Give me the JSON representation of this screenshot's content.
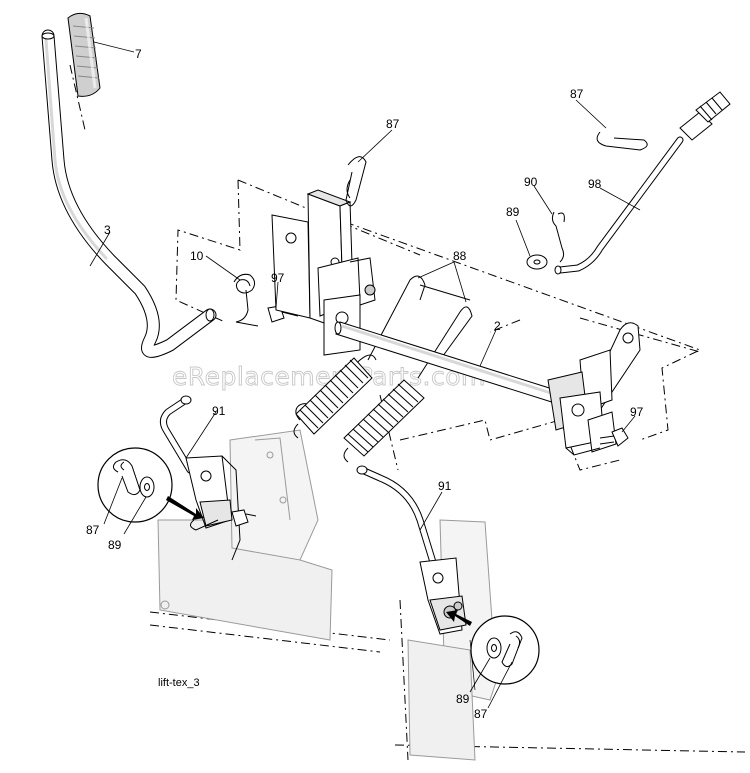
{
  "labels": {
    "handle_grip": "7",
    "lift_lever": "3",
    "spring_small": "10",
    "bolt_bracket": "97",
    "hairpin_top": "87",
    "springs": "88",
    "shaft": "2",
    "hairpin_right": "87",
    "clip_right": "90",
    "washer_right": "89",
    "rod_right": "98",
    "bolt_right": "97",
    "link_left": "91",
    "hairpin_left": "87",
    "washer_left": "89",
    "link_center": "91",
    "washer_bottom": "89",
    "hairpin_bottom": "87"
  },
  "drawing_id": "lift-tex_3",
  "watermark": "eReplacementParts.com"
}
